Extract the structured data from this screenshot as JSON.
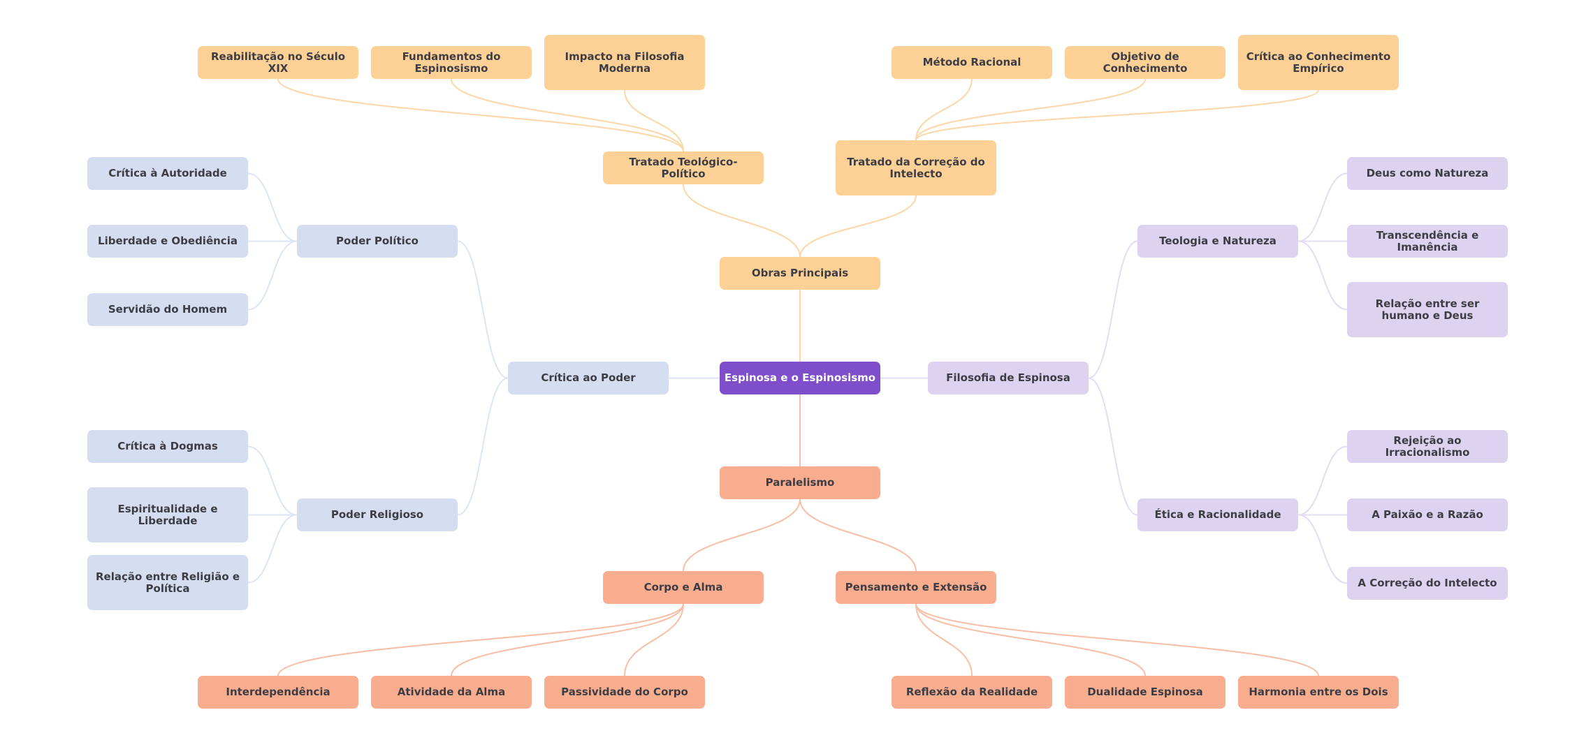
{
  "title": "Espinosa e o Espinosismo",
  "colors": {
    "root": "#7f4fcb",
    "obras": "#fdd196",
    "obras_edge": "#fcd6a6",
    "paralelismo": "#f9ad8f",
    "paralelismo_edge": "#f8bea5",
    "critica": "#d5ddf1",
    "critica_edge": "#dde4f4",
    "filosofia": "#ddd3f1",
    "filosofia_edge": "#e3dcf4"
  },
  "nodes": [
    {
      "id": "root",
      "label": "Espinosa e o Espinosismo",
      "branch": "root"
    },
    {
      "id": "obras",
      "label": "Obras Principais",
      "branch": "obras",
      "parent": "root"
    },
    {
      "id": "ttp",
      "label": "Tratado Teológico-Político",
      "branch": "obras",
      "parent": "obras"
    },
    {
      "id": "tci",
      "label": "Tratado da Correção do Intelecto",
      "branch": "obras",
      "parent": "obras"
    },
    {
      "id": "reabilitacao",
      "label": "Reabilitação no Século XIX",
      "branch": "obras",
      "parent": "ttp"
    },
    {
      "id": "fundamentos",
      "label": "Fundamentos do Espinosismo",
      "branch": "obras",
      "parent": "ttp"
    },
    {
      "id": "impacto",
      "label": "Impacto na Filosofia Moderna",
      "branch": "obras",
      "parent": "ttp"
    },
    {
      "id": "metodo",
      "label": "Método Racional",
      "branch": "obras",
      "parent": "tci"
    },
    {
      "id": "objetivo",
      "label": "Objetivo de Conhecimento",
      "branch": "obras",
      "parent": "tci"
    },
    {
      "id": "critica_emp",
      "label": "Crítica ao Conhecimento Empírico",
      "branch": "obras",
      "parent": "tci"
    },
    {
      "id": "critica",
      "label": "Crítica ao Poder",
      "branch": "critica",
      "parent": "root"
    },
    {
      "id": "politico",
      "label": "Poder Político",
      "branch": "critica",
      "parent": "critica"
    },
    {
      "id": "religioso",
      "label": "Poder Religioso",
      "branch": "critica",
      "parent": "critica"
    },
    {
      "id": "autoridade",
      "label": "Crítica à Autoridade",
      "branch": "critica",
      "parent": "politico"
    },
    {
      "id": "liberdade",
      "label": "Liberdade e Obediência",
      "branch": "critica",
      "parent": "politico"
    },
    {
      "id": "servidao",
      "label": "Servidão do Homem",
      "branch": "critica",
      "parent": "politico"
    },
    {
      "id": "dogmas",
      "label": "Crítica à Dogmas",
      "branch": "critica",
      "parent": "religioso"
    },
    {
      "id": "espiritualidade",
      "label": "Espiritualidade e Liberdade",
      "branch": "critica",
      "parent": "religioso"
    },
    {
      "id": "rel_religiao",
      "label": "Relação entre Religião e Política",
      "branch": "critica",
      "parent": "religioso"
    },
    {
      "id": "filosofia",
      "label": "Filosofia de Espinosa",
      "branch": "filosofia",
      "parent": "root"
    },
    {
      "id": "teologia",
      "label": "Teologia e Natureza",
      "branch": "filosofia",
      "parent": "filosofia"
    },
    {
      "id": "etica",
      "label": "Ética e Racionalidade",
      "branch": "filosofia",
      "parent": "filosofia"
    },
    {
      "id": "deus",
      "label": "Deus como Natureza",
      "branch": "filosofia",
      "parent": "teologia"
    },
    {
      "id": "transcendencia",
      "label": "Transcendência e Imanência",
      "branch": "filosofia",
      "parent": "teologia"
    },
    {
      "id": "rel_humano",
      "label": "Relação entre ser humano e Deus",
      "branch": "filosofia",
      "parent": "teologia"
    },
    {
      "id": "rejeicao",
      "label": "Rejeição ao Irracionalismo",
      "branch": "filosofia",
      "parent": "etica"
    },
    {
      "id": "paixao",
      "label": "A Paixão e a Razão",
      "branch": "filosofia",
      "parent": "etica"
    },
    {
      "id": "correcao",
      "label": "A Correção do Intelecto",
      "branch": "filosofia",
      "parent": "etica"
    },
    {
      "id": "paralelismo",
      "label": "Paralelismo",
      "branch": "paralelismo",
      "parent": "root"
    },
    {
      "id": "corpo",
      "label": "Corpo e Alma",
      "branch": "paralelismo",
      "parent": "paralelismo"
    },
    {
      "id": "pensamento",
      "label": "Pensamento e Extensão",
      "branch": "paralelismo",
      "parent": "paralelismo"
    },
    {
      "id": "interdependencia",
      "label": "Interdependência",
      "branch": "paralelismo",
      "parent": "corpo"
    },
    {
      "id": "atividade",
      "label": "Atividade da Alma",
      "branch": "paralelismo",
      "parent": "corpo"
    },
    {
      "id": "passividade",
      "label": "Passividade do Corpo",
      "branch": "paralelismo",
      "parent": "corpo"
    },
    {
      "id": "reflexao",
      "label": "Reflexão da Realidade",
      "branch": "paralelismo",
      "parent": "pensamento"
    },
    {
      "id": "dualidade",
      "label": "Dualidade Espinosa",
      "branch": "paralelismo",
      "parent": "pensamento"
    },
    {
      "id": "harmonia",
      "label": "Harmonia entre os Dois",
      "branch": "paralelismo",
      "parent": "pensamento"
    }
  ]
}
